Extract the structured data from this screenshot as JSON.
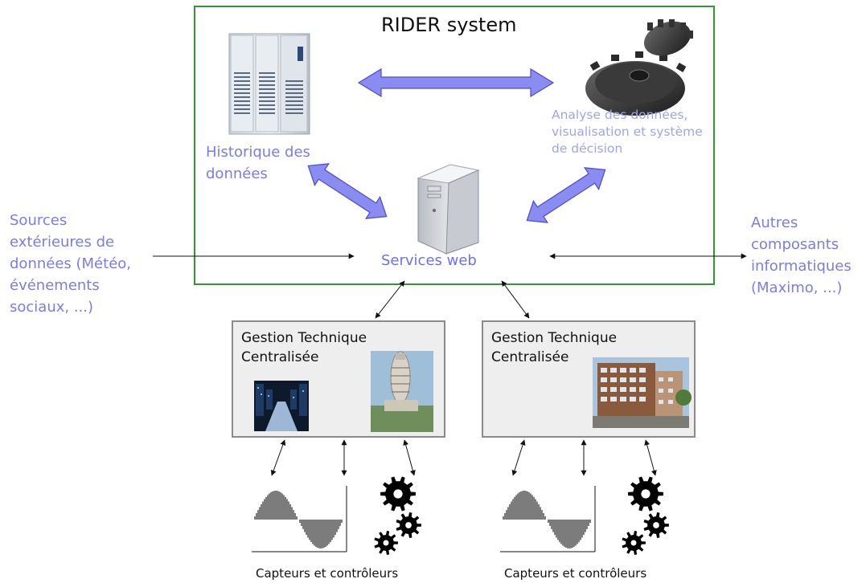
{
  "title": "RIDER system",
  "nodes": {
    "historique": "Historique des\ndonnées",
    "analyse": "Analyse des données,\nvisualisation et système\nde décision",
    "services_web": "Services web",
    "sources_ext": "Sources\nextérieures de\ndonnées (Météo,\névénements\nsociaux, ...)",
    "autres": "Autres\ncomposants\ninformatiques\n(Maximo, ...)"
  },
  "gtc": [
    {
      "title": "Gestion Technique\nCentralisée",
      "caption": "Capteurs et contrôleurs"
    },
    {
      "title": "Gestion Technique\nCentralisée",
      "caption": "Capteurs et contrôleurs"
    }
  ],
  "colors": {
    "rider_border": "#2e9b2e",
    "arrow_fill": "#8a8cf2",
    "arrow_stroke": "#4a4ccb",
    "label_blue": "#7a7ce8",
    "box_fill": "#eeeeee",
    "box_border": "#8a8a8a"
  },
  "icons": [
    "database-server-icon",
    "gears-icon",
    "web-server-icon",
    "datacenter-photo",
    "tower-photo",
    "building-photo",
    "sensor-signal-icon",
    "controller-gears-icon"
  ]
}
